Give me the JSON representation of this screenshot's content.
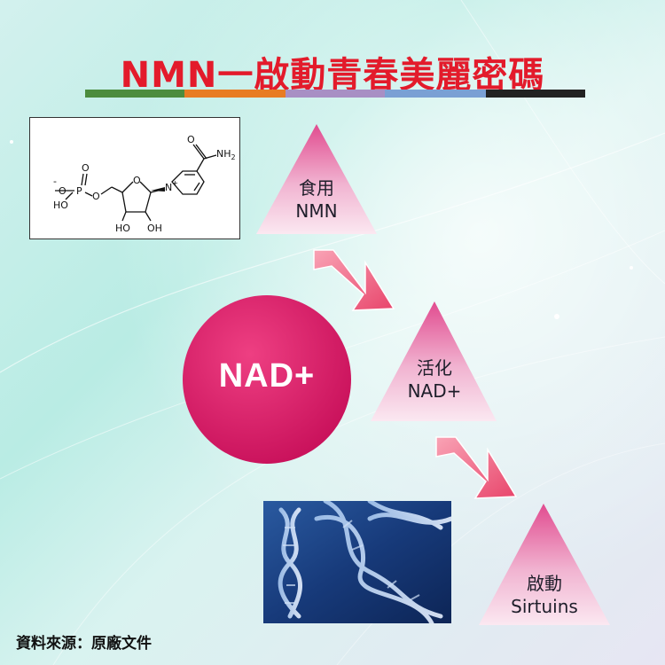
{
  "title": "NMN一啟動青春美麗密碼",
  "color_bar": [
    "#4c8c3e",
    "#e87c23",
    "#a88fc4",
    "#7aa0d4",
    "#7f69b5",
    "#222222"
  ],
  "steps": [
    {
      "line1": "食用",
      "line2": "NMN"
    },
    {
      "line1": "活化",
      "line2": "NAD+"
    },
    {
      "line1": "啟動",
      "line2": "Sirtuins"
    }
  ],
  "circle_label": "NAD+",
  "molecule": {
    "o_carbonyl": "O",
    "nh2": "NH",
    "nh2_sub": "2",
    "o_minus": "-",
    "o_phos_top": "O",
    "p": "P",
    "ho_phos": "HO",
    "o_ester": "O",
    "o_ring": "O",
    "n_plus": "N",
    "plus": "+",
    "ho_left": "HO",
    "oh_right": "OH"
  },
  "source": "資料來源：原廠文件",
  "colors": {
    "title": "#e31b2b",
    "circle": "#dd1c6c",
    "triangle_top": "#f5d0e3",
    "triangle_bottom": "#e0438a",
    "arrow": "#e8456b",
    "dna_bg": "#1a3a6e"
  }
}
